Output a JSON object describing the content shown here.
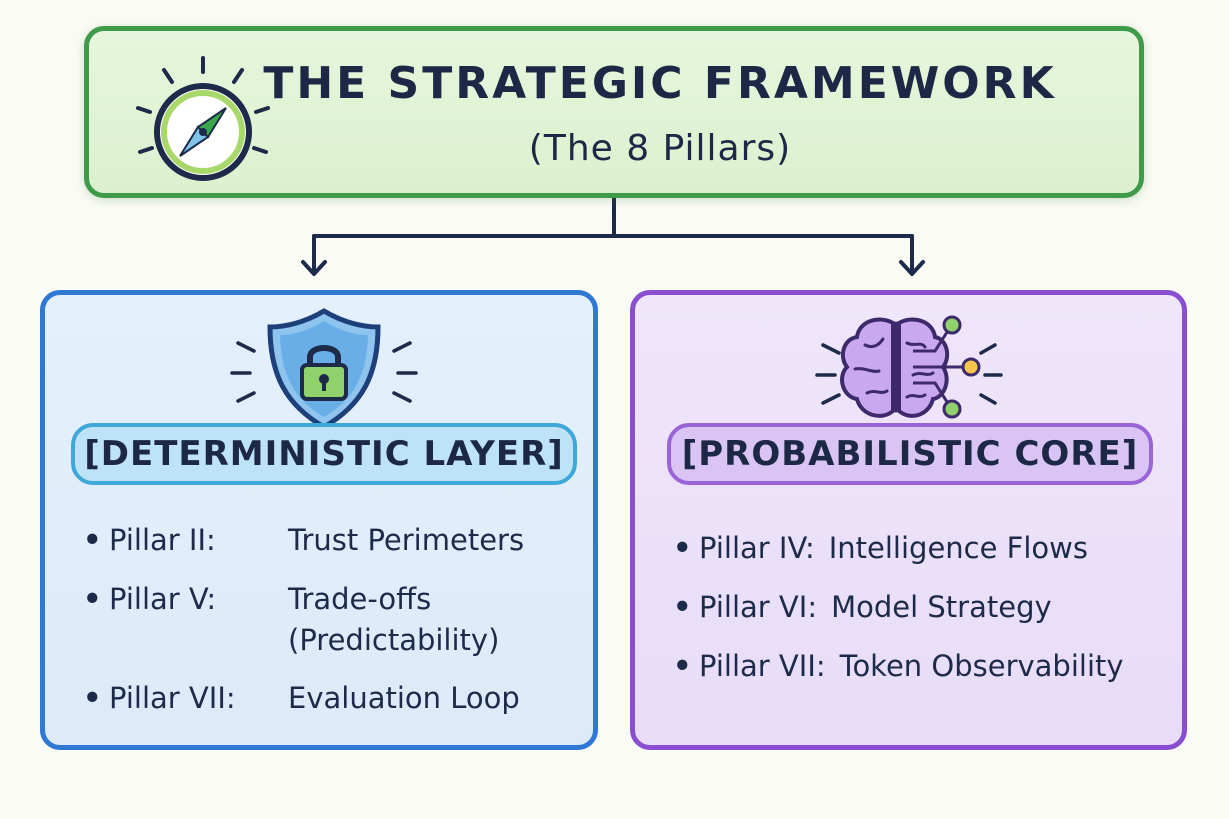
{
  "header": {
    "title": "THE STRATEGIC FRAMEWORK",
    "subtitle": "(The 8 Pillars)",
    "icon": "compass-icon"
  },
  "left_panel": {
    "icon": "shield-lock-icon",
    "label": "[DETERMINISTIC LAYER]",
    "items": [
      {
        "bullet": "•",
        "pillar": "Pillar II:",
        "text": "Trust Perimeters"
      },
      {
        "bullet": "•",
        "pillar": "Pillar V:",
        "text": "Trade-offs",
        "text2": "(Predictability)"
      },
      {
        "bullet": "•",
        "pillar": "Pillar VII:",
        "text": "Evaluation Loop"
      }
    ]
  },
  "right_panel": {
    "icon": "brain-network-icon",
    "label": "[PROBABILISTIC CORE]",
    "items": [
      {
        "bullet": "•",
        "pillar": "Pillar IV:",
        "text": "Intelligence Flows"
      },
      {
        "bullet": "•",
        "pillar": "Pillar VI:",
        "text": "Model Strategy"
      },
      {
        "bullet": "•",
        "pillar": "Pillar VII:",
        "text": "Token Observability"
      }
    ]
  },
  "colors": {
    "header_border": "#3f9a4a",
    "left_border": "#2f79d4",
    "right_border": "#8a4fd0",
    "connector": "#1d2a4a"
  }
}
